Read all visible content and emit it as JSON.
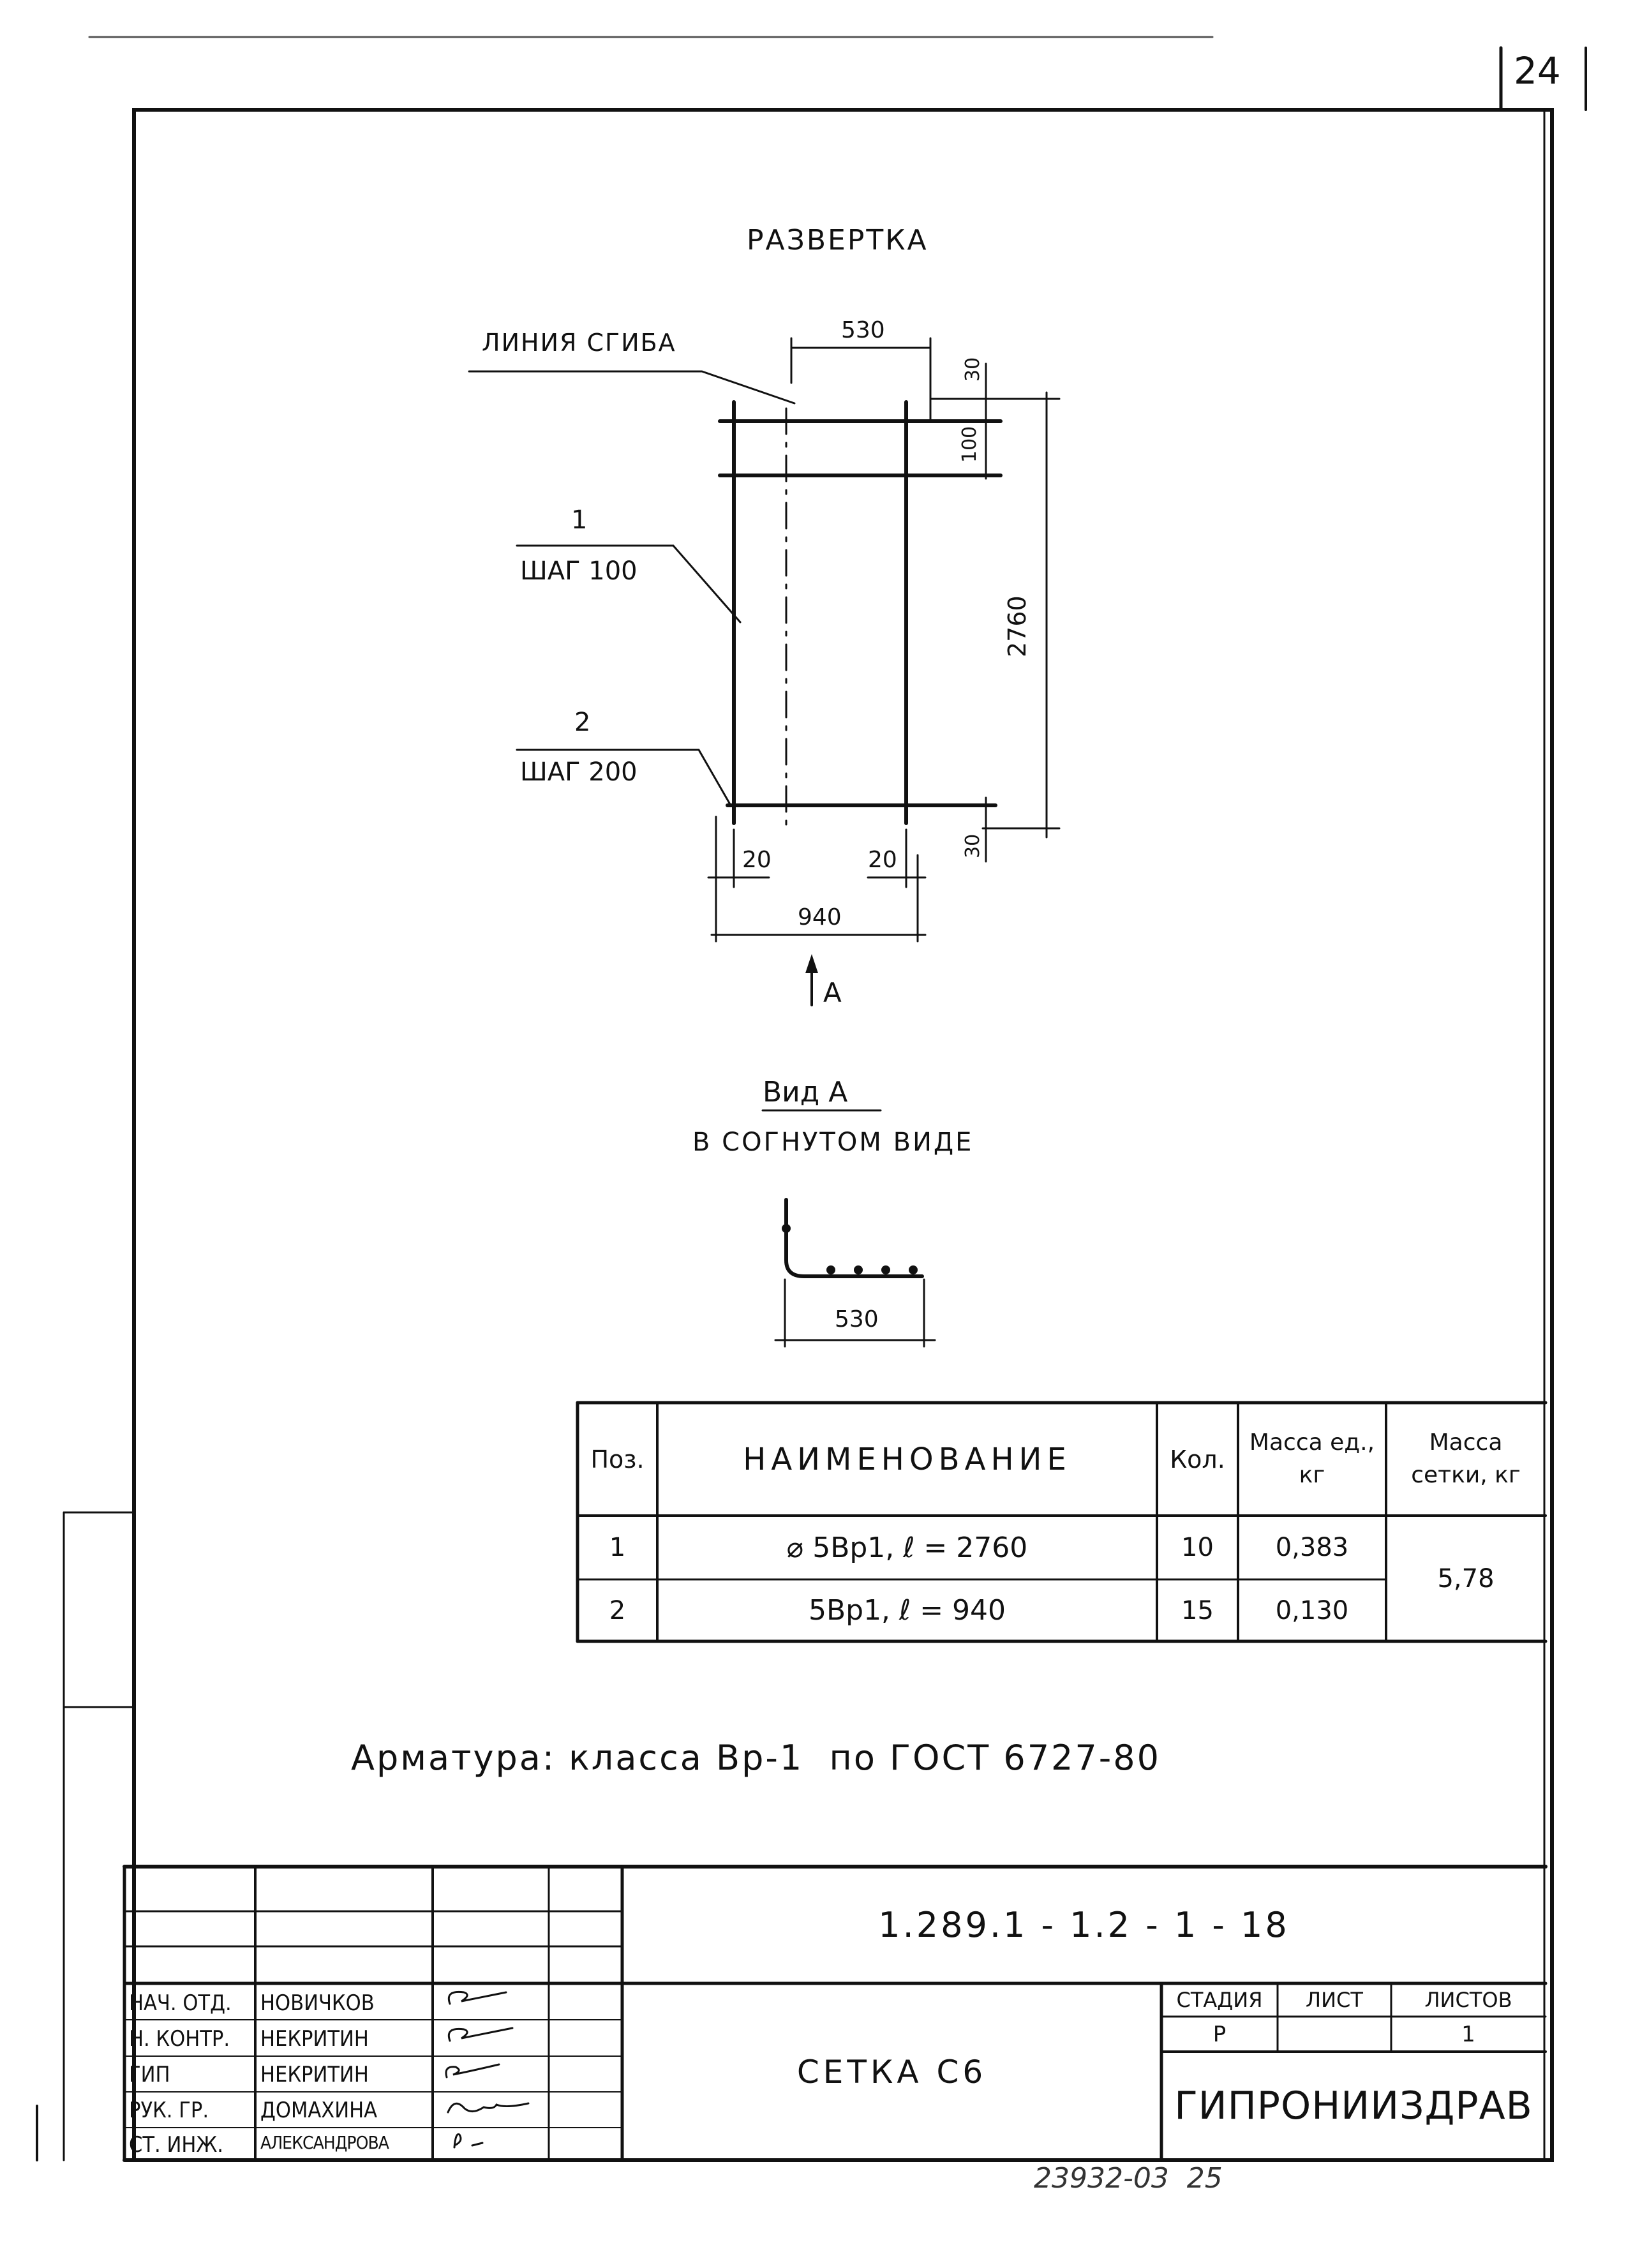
{
  "sheet_number": "24",
  "razvertka": {
    "title": "Развертка",
    "bend_line_label": "Линия сгиба",
    "dims": {
      "top_width": "530",
      "top_gap": "30",
      "spacing": "100",
      "height": "2760",
      "bottom_gap": "30",
      "left_offset": "20",
      "right_offset": "20",
      "total_width": "940"
    },
    "callout_1": {
      "pos": "1",
      "step": "шаг 100"
    },
    "callout_2": {
      "pos": "2",
      "step": "шаг 200"
    },
    "view_arrow_label": "А"
  },
  "view_a": {
    "title": "Вид А",
    "subtitle": "в согнутом виде",
    "dim": "530"
  },
  "spec_table": {
    "headers": {
      "pos": "Поз.",
      "name": "Наименование",
      "qty": "Кол.",
      "unit_mass": "Масса ед., кг",
      "mesh_mass": "Масса сетки, кг"
    },
    "rows": [
      {
        "pos": "1",
        "name": "⌀ 5Вр1, ℓ = 2760",
        "qty": "10",
        "unit_mass": "0,383"
      },
      {
        "pos": "2",
        "name": "5Вр1, ℓ = 940",
        "qty": "15",
        "unit_mass": "0,130"
      }
    ],
    "mesh_mass_value": "5,78"
  },
  "note": "Арматура: класса Вр-1  по ГОСТ 6727-80",
  "title_block": {
    "doc_code": "1.289.1 - 1.2 - 1 - 18",
    "roles": [
      {
        "role": "Нач. отд.",
        "name": "Новичков"
      },
      {
        "role": "Н. контр.",
        "name": "Некритин"
      },
      {
        "role": "ГИП",
        "name": "Некритин"
      },
      {
        "role": "Рук. гр.",
        "name": "Домахина"
      },
      {
        "role": "Ст. инж.",
        "name": "Александрова"
      }
    ],
    "drawing_title": "Сетка С6",
    "stage_label": "Стадия",
    "sheet_label": "Лист",
    "sheets_label": "Листов",
    "stage_value": "Р",
    "sheet_value": "",
    "sheets_value": "1",
    "organization": "ГИПРОНИИЗДРАВ"
  },
  "bottom_stamp": "23932-03  25"
}
